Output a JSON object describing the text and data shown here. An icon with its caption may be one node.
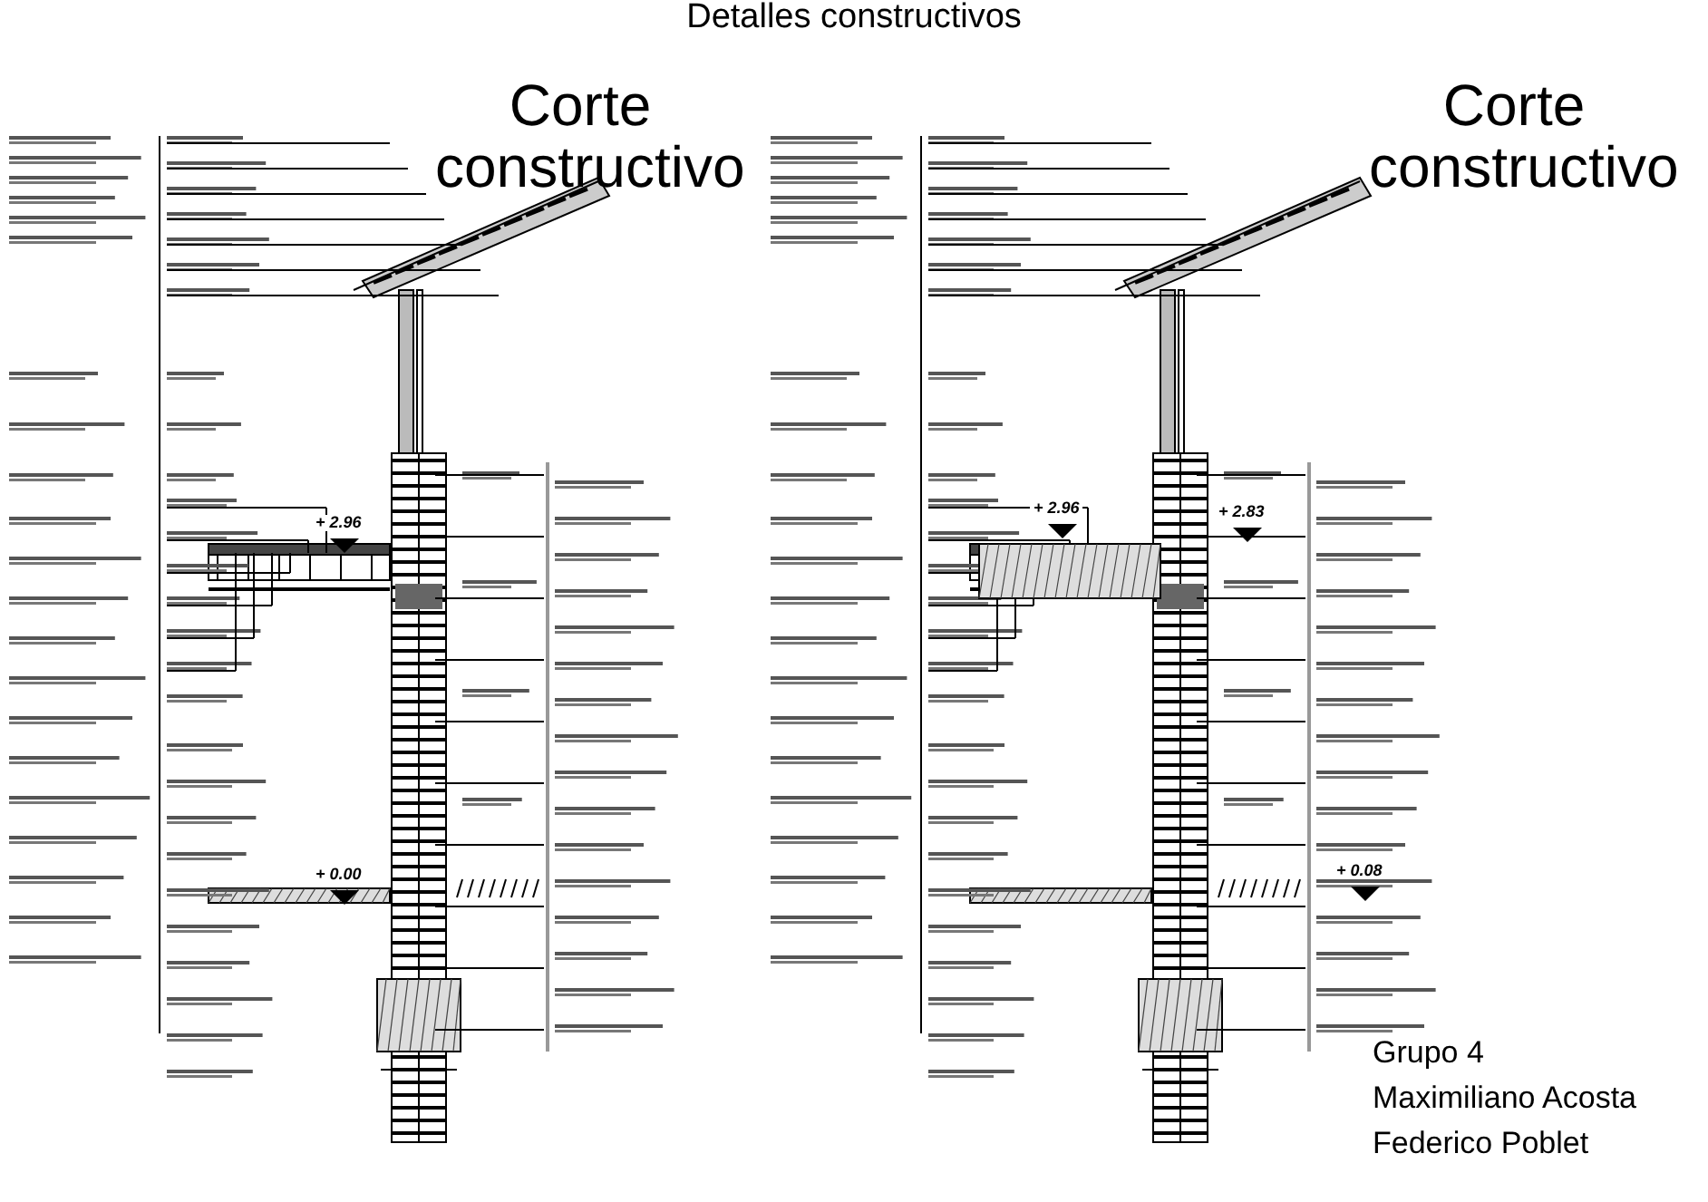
{
  "diagram": {
    "title": "Detalles constructivos",
    "labels": [
      "Corte constructivo",
      "Corte constructivo",
      "+ 2.96",
      "+ 0.00",
      "+ 2.96",
      "+ 2.83",
      "+ 0.08",
      "Grupo 4",
      "Maximiliano Acosta",
      "Federico Poblet"
    ]
  }
}
